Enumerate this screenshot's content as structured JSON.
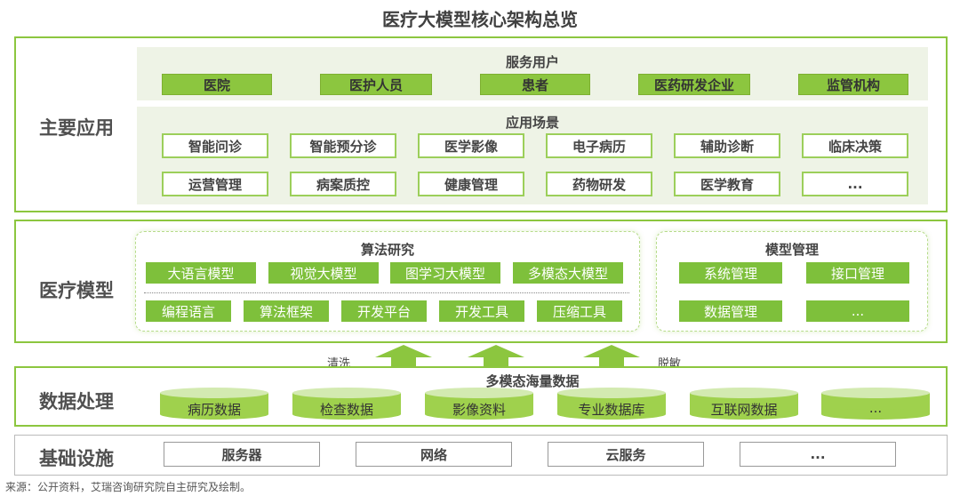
{
  "title": "医疗大模型核心架构总览",
  "layers": {
    "app": {
      "label": "主要应用",
      "users": {
        "title": "服务用户",
        "items": [
          "医院",
          "医护人员",
          "患者",
          "医药研发企业",
          "监管机构"
        ]
      },
      "scenes": {
        "title": "应用场景",
        "row1": [
          "智能问诊",
          "智能预分诊",
          "医学影像",
          "电子病历",
          "辅助诊断",
          "临床决策"
        ],
        "row2": [
          "运营管理",
          "病案质控",
          "健康管理",
          "药物研发",
          "医学教育",
          "..."
        ]
      }
    },
    "model": {
      "label": "医疗模型",
      "algo": {
        "title": "算法研究",
        "row1": [
          "大语言模型",
          "视觉大模型",
          "图学习大模型",
          "多模态大模型"
        ],
        "row2": [
          "编程语言",
          "算法框架",
          "开发平台",
          "开发工具",
          "压缩工具"
        ]
      },
      "mgmt": {
        "title": "模型管理",
        "items": [
          "系统管理",
          "接口管理",
          "数据管理",
          "..."
        ]
      }
    },
    "data": {
      "label": "数据处理",
      "title": "多模态海量数据",
      "left_note": "清洗",
      "right_note": "脱敏",
      "items": [
        "病历数据",
        "检查数据",
        "影像资料",
        "专业数据库",
        "互联网数据",
        "..."
      ]
    },
    "infra": {
      "label": "基础设施",
      "items": [
        "服务器",
        "网络",
        "云服务",
        "..."
      ]
    }
  },
  "source": "来源：公开资料，艾瑞咨询研究院自主研究及绘制。",
  "colors": {
    "accent": "#8cc63f",
    "band": "#eef3e6",
    "border": "#8cc63f"
  }
}
